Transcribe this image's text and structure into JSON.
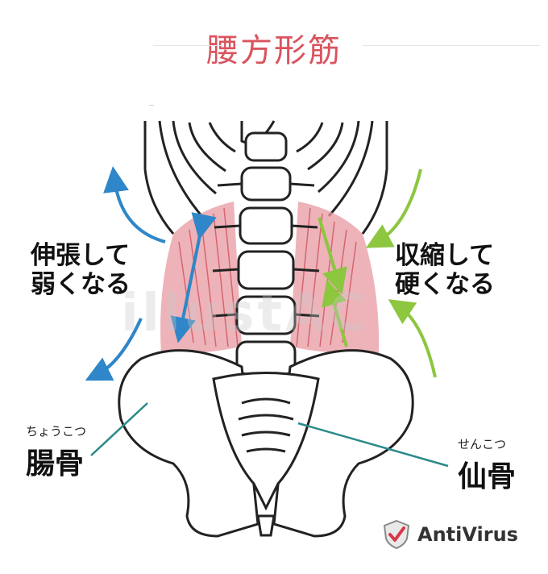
{
  "title": "腰方形筋",
  "left_label": {
    "line1": "伸張して",
    "line2": "弱くなる"
  },
  "right_label": {
    "line1": "収縮して",
    "line2": "硬くなる"
  },
  "ilium": {
    "furigana": "ちょうこつ",
    "name": "腸骨"
  },
  "sacrum": {
    "furigana": "せんこつ",
    "name": "仙骨"
  },
  "watermark": "illustAC",
  "badge": {
    "text": "AntiVirus",
    "icon": "shield-check-icon"
  },
  "colors": {
    "title": "#d9545e",
    "muscle": "#c8333f",
    "arrow_left": "#2f86c8",
    "arrow_right": "#8dc63f",
    "pointer": "#2a8a8a"
  }
}
